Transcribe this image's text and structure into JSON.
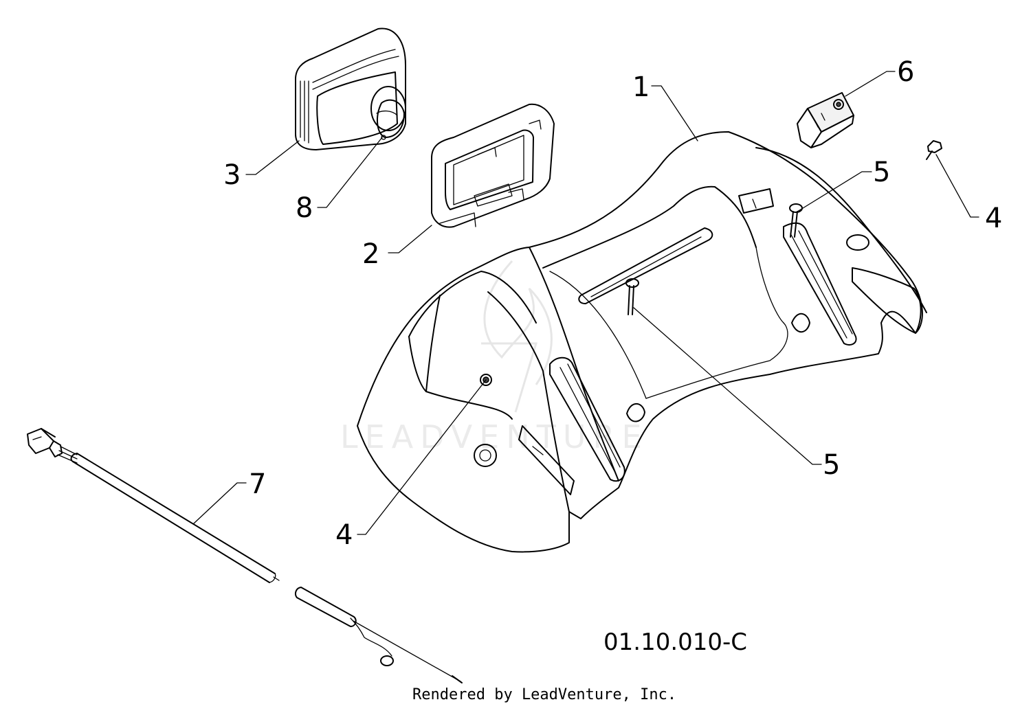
{
  "diagram": {
    "drawing_id": "01.10.010-C",
    "footer": "Rendered by LeadVenture, Inc.",
    "watermark": "LEADVENTURE",
    "callouts": [
      {
        "id": "c1",
        "label": "1"
      },
      {
        "id": "c2",
        "label": "2"
      },
      {
        "id": "c3",
        "label": "3"
      },
      {
        "id": "c4a",
        "label": "4"
      },
      {
        "id": "c4b",
        "label": "4"
      },
      {
        "id": "c5a",
        "label": "5"
      },
      {
        "id": "c5b",
        "label": "5"
      },
      {
        "id": "c6",
        "label": "6"
      },
      {
        "id": "c7",
        "label": "7"
      },
      {
        "id": "c8",
        "label": "8"
      }
    ]
  }
}
